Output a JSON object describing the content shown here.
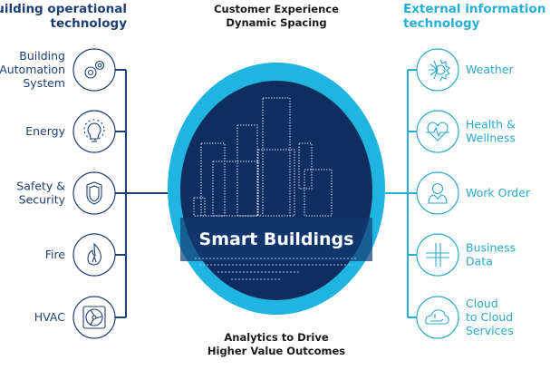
{
  "colors": {
    "navy": "#1d3f72",
    "cyan": "#27afd6",
    "ring": "#1fb5e0",
    "core": "#0f2d5e",
    "right_text": "#2aa8c9"
  },
  "top_caption": [
    "Customer Experience",
    "Dynamic Spacing"
  ],
  "bottom_caption": [
    "Analytics to Drive",
    "Higher Value Outcomes"
  ],
  "center_label": "Smart Buildings",
  "left": {
    "heading": [
      "Building operational",
      "technology"
    ],
    "items": [
      {
        "label": [
          "Building",
          "Automation",
          "System"
        ],
        "icon": "gears-icon"
      },
      {
        "label": [
          "Energy"
        ],
        "icon": "lightbulb-icon"
      },
      {
        "label": [
          "Safety &",
          "Security"
        ],
        "icon": "shield-icon"
      },
      {
        "label": [
          "Fire"
        ],
        "icon": "flame-icon"
      },
      {
        "label": [
          "HVAC"
        ],
        "icon": "fan-icon"
      }
    ]
  },
  "right": {
    "heading": [
      "External information",
      "technology"
    ],
    "items": [
      {
        "label": [
          "Weather"
        ],
        "icon": "weather-icon"
      },
      {
        "label": [
          "Health &",
          "Wellness"
        ],
        "icon": "heart-pulse-icon"
      },
      {
        "label": [
          "Work Order"
        ],
        "icon": "person-icon"
      },
      {
        "label": [
          "Business",
          "Data"
        ],
        "icon": "data-grid-icon"
      },
      {
        "label": [
          "Cloud",
          "to Cloud",
          "Services"
        ],
        "icon": "cloud-icon"
      }
    ]
  }
}
